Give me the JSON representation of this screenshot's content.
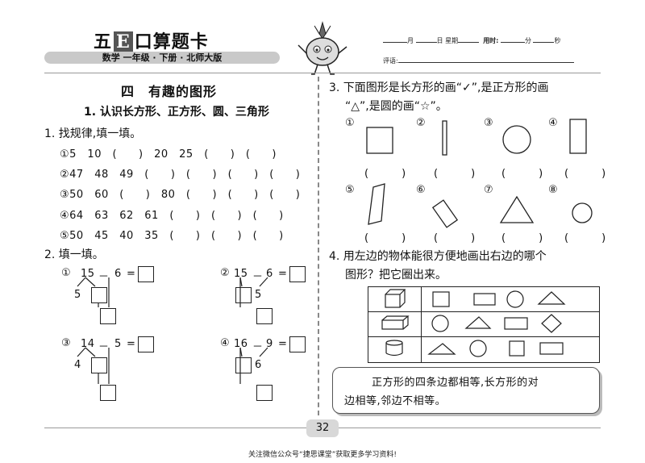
{
  "header": {
    "title_part1": "五",
    "title_e": "E",
    "title_part2": "口算题卡",
    "subject": "数学 一年级 · 下册 · 北师大版",
    "date_month": "月",
    "date_day": "日",
    "date_week": "星期",
    "time_label": "用时:",
    "time_min": "分",
    "time_sec": "秒",
    "eval_label": "评语:"
  },
  "section": {
    "title": "四　有趣的图形",
    "subtitle": "1. 认识长方形、正方形、圆、三角形"
  },
  "q1": {
    "prompt": "1. 找规律,填一填。",
    "rows": [
      "①5　10　(　　)　20　25　(　　)　(　　)",
      "②47　48　49　(　　)　(　　)　(　　)　(　　)",
      "③50　60　(　　)　80　(　　)　(　　)　(　　)",
      "④64　63　62　61　(　　)　(　　)　(　　)",
      "⑤50　45　40　35　(　　)　(　　)　(　　)"
    ]
  },
  "q2": {
    "prompt": "2. 填一填。",
    "problems": [
      {
        "num": "①",
        "a": "15",
        "op": "－",
        "b": "6",
        "eq": "=",
        "hint": "5"
      },
      {
        "num": "②",
        "a": "15",
        "op": "－",
        "b": "6",
        "eq": "=",
        "hint": "5"
      },
      {
        "num": "③",
        "a": "14",
        "op": "－",
        "b": "5",
        "eq": "=",
        "hint": "4"
      },
      {
        "num": "④",
        "a": "16",
        "op": "－",
        "b": "9",
        "eq": "=",
        "hint": "6"
      }
    ]
  },
  "q3": {
    "prompt_line1": "3. 下面图形是长方形的画“✓”,是正方形的画",
    "prompt_line2": "“△”,是圆的画“☆”。",
    "labels": [
      "①",
      "②",
      "③",
      "④",
      "⑤",
      "⑥",
      "⑦",
      "⑧"
    ],
    "blank": "(　　　)"
  },
  "q4": {
    "prompt_line1": "4. 用左边的物体能很方便地画出右边的哪个",
    "prompt_line2": "图形？把它圈出来。"
  },
  "tip": {
    "line1": "正方形的四条边都相等,长方形的对",
    "line2": "边相等,邻边不相等。"
  },
  "page_number": "32",
  "footer": "关注微信公众号“捷思课堂”获取更多学习资料!"
}
